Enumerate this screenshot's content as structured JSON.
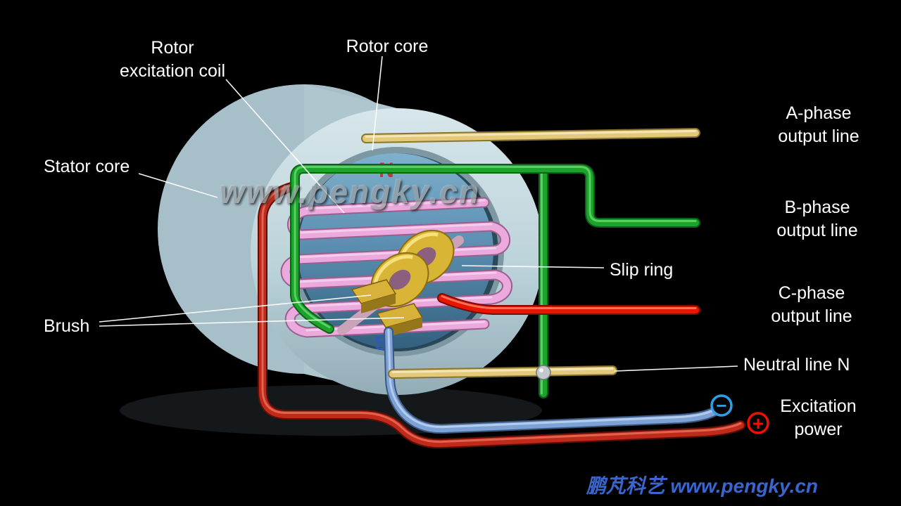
{
  "watermark": {
    "text": "www.pengky.cn"
  },
  "footer": {
    "text": "鹏芃科艺 www.pengky.cn"
  },
  "rotor_poles": {
    "north": "N",
    "south": "S"
  },
  "labels": {
    "rotor_excitation_coil": "Rotor\nexcitation coil",
    "rotor_core": "Rotor core",
    "stator_core": "Stator core",
    "brush": "Brush",
    "slip_ring": "Slip ring",
    "a_phase_output": "A-phase\noutput line",
    "b_phase_output": "B-phase\noutput line",
    "c_phase_output": "C-phase\noutput line",
    "neutral_line": "Neutral line N",
    "excitation_power": "Excitation\npower",
    "negative_terminal": "−",
    "positive_terminal": "+"
  },
  "colors": {
    "background": "#000000",
    "label_text": "#ffffff",
    "a_phase_wire": "#e3c97b",
    "b_phase_wire": "#1ba32a",
    "c_phase_wire": "#e81600",
    "neutral_wire": "#e3c97b",
    "excitation_negative_wire": "#7da2d6",
    "excitation_positive_wire": "#bf2a1a",
    "slip_ring_brush": "#d7b13a",
    "rotor_core": "#5d90b2",
    "stator_core": "#c6dbe1",
    "excitation_coil": "#eba9de",
    "negative_terminal": "#2e9fe6",
    "positive_terminal": "#ee1100",
    "footer_text": "#3a66cc"
  }
}
